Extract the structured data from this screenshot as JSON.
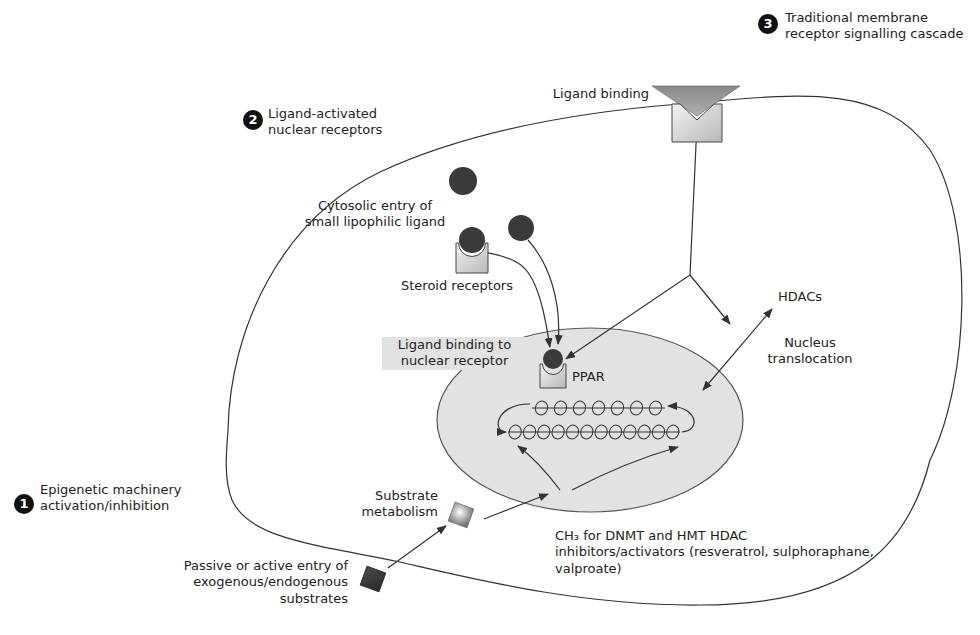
{
  "diagram": {
    "nodes": [
      {
        "text": [
          "Ligand binding"
        ]
      },
      {
        "text": [
          "Steroid receptors"
        ]
      },
      {
        "text": [
          "Ligand binding to nuclear receptor",
          "PPAR"
        ]
      },
      {
        "text": [
          "Substrate metabolism"
        ]
      },
      {
        "text": [
          "Passive or active entry of exogenous/endogenous substrates"
        ]
      }
    ],
    "edges": [
      {
        "from": 0,
        "to": 2,
        "arrow": "to"
      },
      {
        "from": 1,
        "to": 2,
        "arrow": "to"
      },
      {
        "from": 4,
        "to": 3,
        "arrow": "to"
      }
    ],
    "labels": [
      "3",
      "Traditional membrane receptor signalling cascade",
      "2",
      "Ligand-activated nuclear receptors",
      "Cytosolic entry of small lipophilic ligand",
      "HDACs",
      "Nucleus translocation",
      "1",
      "Epigenetic machinery activation/inhibition",
      "CH₃ for DNMT and HMT HDAC inhibitors/activators (resveratrol, sulphoraphane, valproate)"
    ]
  }
}
